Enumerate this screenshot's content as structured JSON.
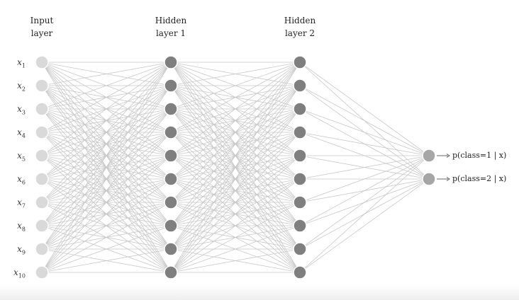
{
  "headers": {
    "input": [
      "Input",
      "layer"
    ],
    "hidden1": [
      "Hidden",
      "layer 1"
    ],
    "hidden2": [
      "Hidden",
      "layer 2"
    ]
  },
  "inputs": [
    {
      "base": "x",
      "sub": "1"
    },
    {
      "base": "x",
      "sub": "2"
    },
    {
      "base": "x",
      "sub": "3"
    },
    {
      "base": "x",
      "sub": "4"
    },
    {
      "base": "x",
      "sub": "5"
    },
    {
      "base": "x",
      "sub": "6"
    },
    {
      "base": "x",
      "sub": "7"
    },
    {
      "base": "x",
      "sub": "8"
    },
    {
      "base": "x",
      "sub": "9"
    },
    {
      "base": "x",
      "sub": "10"
    }
  ],
  "outputs": [
    "p(class=1 | x)",
    "p(class=2 | x)"
  ],
  "network": {
    "layer_sizes": [
      10,
      10,
      10,
      2
    ],
    "colors": {
      "input_node": "#d9d9d9",
      "hidden_node": "#7f7f7f",
      "output_node": "#a6a6a6",
      "edge": "#c8c8c8"
    }
  }
}
